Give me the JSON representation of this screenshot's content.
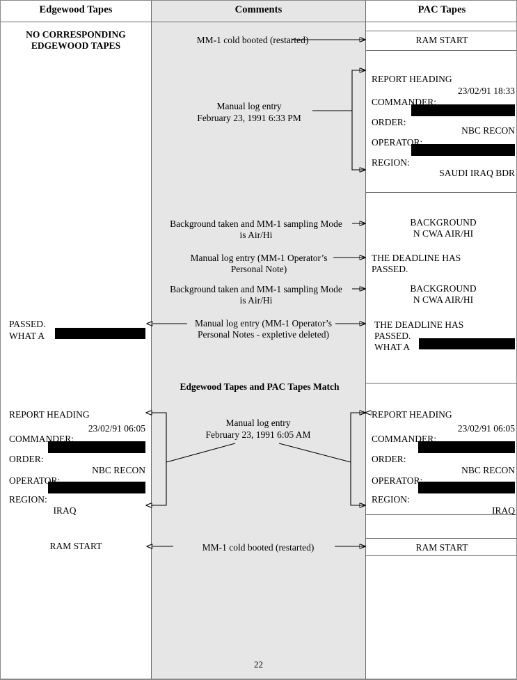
{
  "page": {
    "number": "22",
    "columns": {
      "left_header": "Edgewood Tapes",
      "mid_header": "Comments",
      "right_header": "PAC Tapes"
    }
  },
  "left": {
    "no_corresponding": "NO CORRESPONDING\nEDGEWOOD TAPES",
    "deadline_note": "PASSED.\nWHAT A",
    "report_heading": {
      "title": "REPORT HEADING",
      "datetime": "23/02/91  06:05",
      "commander_label": "COMMANDER:",
      "order_label": "ORDER:",
      "order_value": "NBC RECON",
      "operator_label": "OPERATOR:",
      "region_label": "REGION:",
      "region_value": "IRAQ"
    },
    "ram_start": "RAM START"
  },
  "comments": {
    "cold_boot_top": "MM-1 cold booted (restarted)",
    "manual_log_pm": "Manual log entry\nFebruary 23, 1991 6:33 PM",
    "background_1": "Background taken and MM-1 sampling Mode\nis Air/Hi",
    "manual_log_note": "Manual log entry (MM-1 Operator’s\nPersonal Note)",
    "background_2": "Background taken and MM-1 sampling Mode\nis Air/Hi",
    "manual_log_expletive": "Manual log entry (MM-1 Operator’s\nPersonal Notes - expletive deleted)",
    "match_banner": "Edgewood Tapes and PAC Tapes Match",
    "manual_log_am": "Manual log entry\nFebruary 23, 1991 6:05 AM",
    "cold_boot_bottom": "MM-1 cold booted (restarted)"
  },
  "right": {
    "ram_start_top": "RAM START",
    "report_heading_pm": {
      "title": "REPORT HEADING",
      "datetime": "23/02/91  18:33",
      "commander_label": "COMMANDER:",
      "order_label": "ORDER:",
      "order_value": "NBC RECON",
      "operator_label": "OPERATOR:",
      "region_label": "REGION:",
      "region_value": "SAUDI IRAQ BDR"
    },
    "background_1": "BACKGROUND\nN  CWA  AIR/HI",
    "deadline_1": "THE DEADLINE HAS\nPASSED.",
    "background_2": "BACKGROUND\nN  CWA  AIR/HI",
    "deadline_2": "THE DEADLINE HAS\nPASSED.\nWHAT A",
    "report_heading_am": {
      "title": "REPORT HEADING",
      "datetime": "23/02/91  06:05",
      "commander_label": "COMMANDER:",
      "order_label": "ORDER:",
      "order_value": "NBC RECON",
      "operator_label": "OPERATOR:",
      "region_label": "REGION:",
      "region_value": "IRAQ"
    },
    "ram_start_bottom": "RAM START"
  },
  "colors": {
    "comments_background": "#e6e6e6",
    "rule": "#6b6b6b",
    "redaction": "#000000"
  }
}
